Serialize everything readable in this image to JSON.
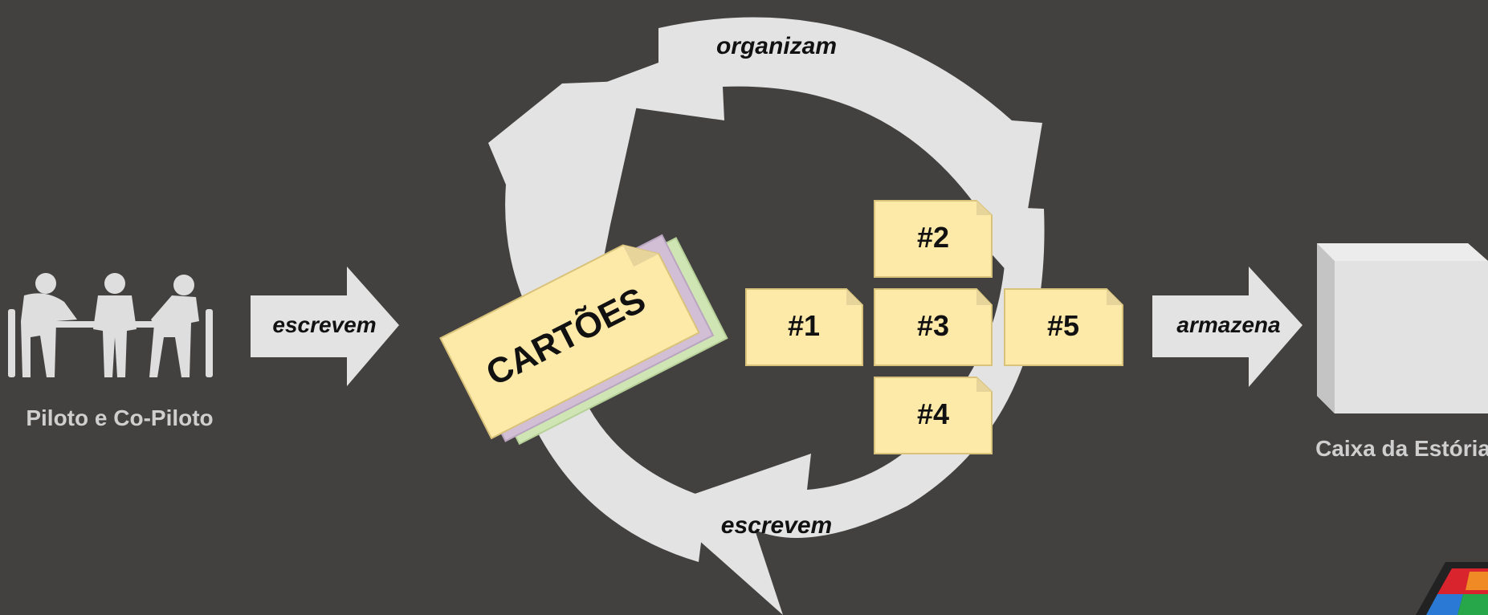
{
  "people": {
    "caption": "Piloto e Co-Piloto"
  },
  "arrow_left": {
    "label": "escrevem"
  },
  "cycle": {
    "top_label": "organizam",
    "bottom_label": "escrevem"
  },
  "cards_stack": {
    "label": "CARTÕES"
  },
  "notes": [
    {
      "label": "#1"
    },
    {
      "label": "#2"
    },
    {
      "label": "#3"
    },
    {
      "label": "#4"
    },
    {
      "label": "#5"
    }
  ],
  "arrow_right": {
    "label": "armazena"
  },
  "box": {
    "caption": "Caixa da Estória"
  },
  "colors": {
    "background": "#434140",
    "arrow": "#e3e3e3",
    "note": "#fde9a8",
    "note_border": "#d9c27a",
    "card_purple": "#d2bfd6",
    "card_green": "#cfe6b4",
    "box": "#e2e2e2"
  }
}
